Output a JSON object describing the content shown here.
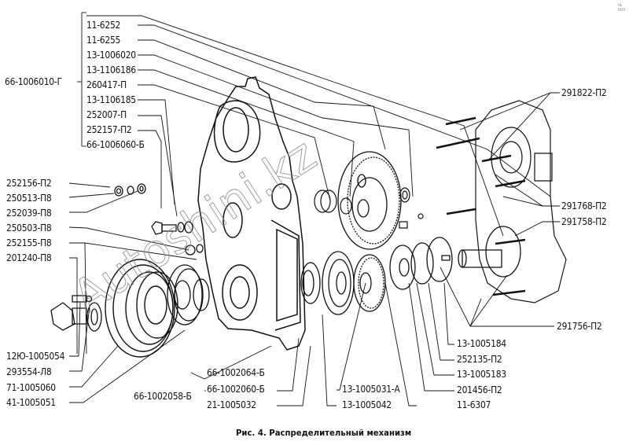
{
  "figure": {
    "caption": "Рис. 4. Распределительный механизм",
    "page_mark": "№ 000"
  },
  "labels": {
    "assembly_group": "66-1006010-Г",
    "group_items": [
      "11-6252",
      "11-6255",
      "13-1006020",
      "13-1106186",
      "260417-П",
      "13-1106185",
      "252007-П",
      "252157-П2",
      "66-1006060-Б"
    ],
    "left_items": [
      "252156-П2",
      "250513-П8",
      "252039-П8",
      "250503-П8",
      "252155-П8",
      "201240-П8"
    ],
    "bottom_left_items": [
      "12Ю-1005054",
      "293554-Л8",
      "71-1005060",
      "41-1005051"
    ],
    "bottom_center": {
      "cover_gasket": "66-1002064-Б",
      "sub_assembly": "66-1002058-Б",
      "sub_items": [
        "66-1002060-Б",
        "21-1005032"
      ],
      "gear_crank": "13-1005031-А",
      "oil_deflector": "13-1005042",
      "key": "11-6307"
    },
    "bottom_right_items": [
      "13-1005184",
      "252135-П2",
      "13-1005183",
      "201456-П2"
    ],
    "right_items": [
      "291822-П2",
      "291768-П2",
      "291758-П2",
      "291756-П2"
    ]
  },
  "watermark": "Autoshini.kz",
  "colors": {
    "ink": "#111111",
    "paper": "#ffffff",
    "watermark": "#9a9a9a"
  }
}
